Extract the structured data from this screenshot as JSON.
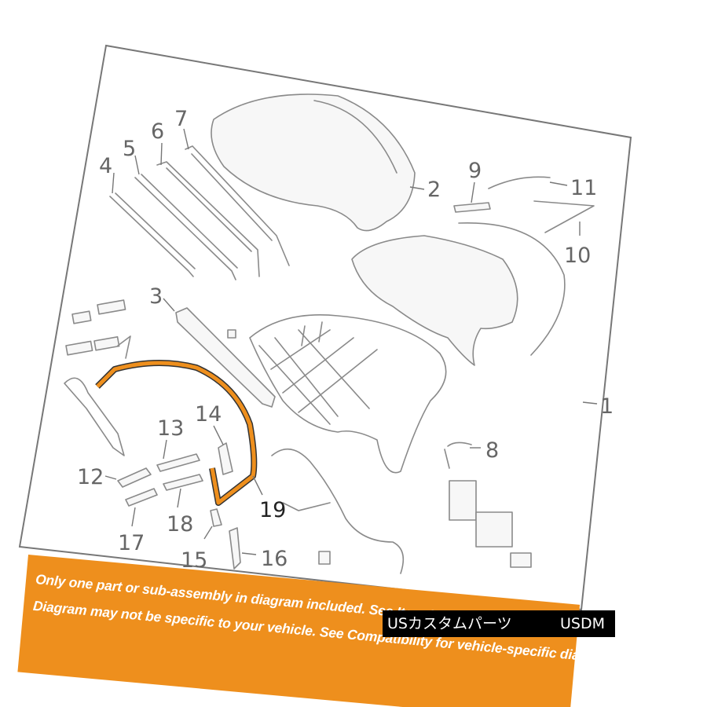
{
  "callouts": {
    "c1": "1",
    "c2": "2",
    "c3": "3",
    "c4": "4",
    "c5": "5",
    "c6": "6",
    "c7": "7",
    "c8": "8",
    "c9": "9",
    "c10": "10",
    "c11": "11",
    "c12": "12",
    "c13": "13",
    "c14": "14",
    "c15": "15",
    "c16": "16",
    "c17": "17",
    "c18": "18",
    "c19": "19"
  },
  "highlighted_part": "19",
  "colors": {
    "highlight": "#ee8f1d",
    "banner": "#ee8f1d",
    "linework": "#8a8a8a",
    "watermark_bg": "#000000"
  },
  "disclaimer": {
    "line1": "Only one part or sub-assembly in diagram included. See Item Specifics for Reference #.",
    "line2": "Diagram may not be specific to your vehicle. See Compatibility for vehicle-specific diagrams."
  },
  "watermark": {
    "shop": "USカスタムパーツ",
    "brand": "USDM"
  }
}
